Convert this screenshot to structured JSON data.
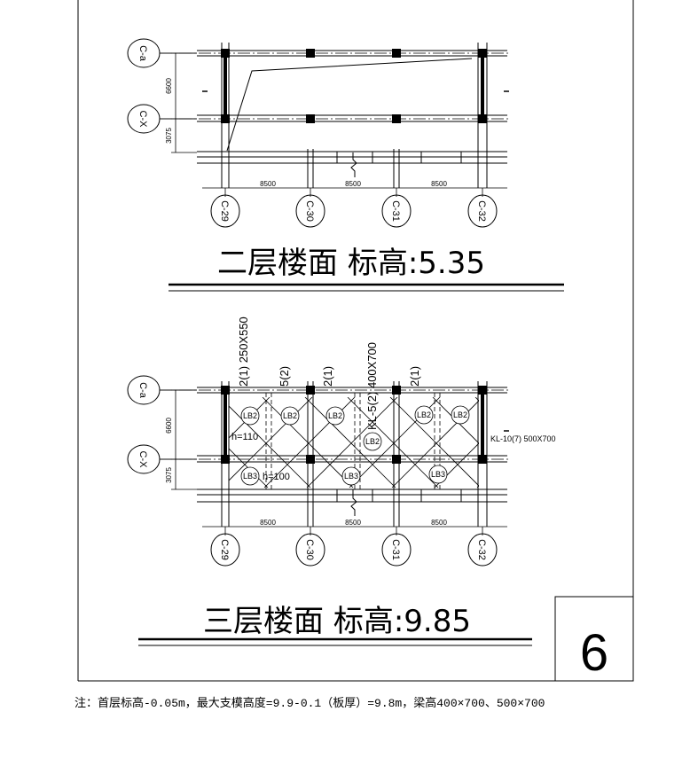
{
  "upper_plan": {
    "title": "二层楼面 标高:5.35",
    "axes_rows": [
      "C-a",
      "C-X"
    ],
    "axes_cols": [
      "C-29",
      "C-30",
      "C-31",
      "C-32"
    ],
    "bay_dims": [
      "8500",
      "8500",
      "8500"
    ],
    "row_dims": [
      "6600",
      "3075"
    ]
  },
  "lower_plan": {
    "title": "三层楼面 标高:9.85",
    "axes_rows": [
      "C-a",
      "C-X"
    ],
    "axes_cols": [
      "C-29",
      "C-30",
      "C-31",
      "C-32"
    ],
    "bay_dims": [
      "8500",
      "8500",
      "8500"
    ],
    "row_dims": [
      "6600",
      "3075"
    ],
    "beam_labels": [
      "2(1) 250X550",
      "5(2)",
      "2(1)",
      "KL-5(2) 400X700",
      "2(1)"
    ],
    "slab_labels": [
      "LB2",
      "LB2",
      "LB2",
      "LB2",
      "LB2",
      "LB2",
      "LB3",
      "LB3",
      "LB3"
    ],
    "thickness_labels": [
      "h=110",
      "h=100"
    ],
    "side_beam_label": "KL-10(7) 500X700"
  },
  "sheet_number": "6",
  "note": "注：首层标高-0.05m，最大支模高度=9.9-0.1（板厚）=9.8m，梁高400×700、500×700"
}
